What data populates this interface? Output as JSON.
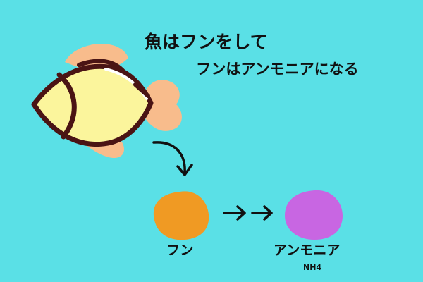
{
  "captions": {
    "line1": "魚はフンをして",
    "line2": "フンはアンモニアになる"
  },
  "labels": {
    "poop": "フン",
    "ammonia": "アンモニア",
    "ammonia_formula": "NH4"
  },
  "colors": {
    "background": "#5ae0e6",
    "fish_body": "#fbf59c",
    "fish_fin": "#f8bc8c",
    "fish_outline": "#4a1414",
    "poop": "#f09a23",
    "ammonia": "#c866e2",
    "arrow": "#111111"
  },
  "icons": {
    "fish": "fish-icon",
    "down_arrow": "curved-arrow-down-icon",
    "right_arrows": "arrow-right-icon"
  }
}
